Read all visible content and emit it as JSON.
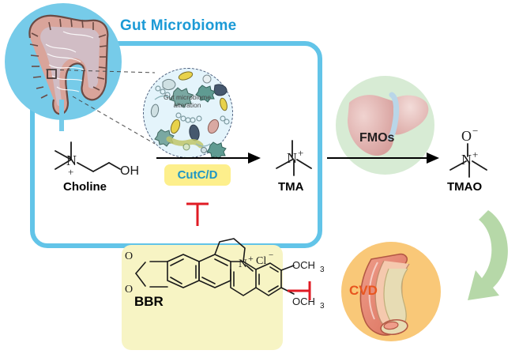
{
  "figure": {
    "title": "Gut Microbiome",
    "type": "biomedical-pathway-diagram"
  },
  "panels": {
    "gut_box": {
      "label": "Gut Microbiome",
      "border_color": "#62c4e8"
    },
    "microbiome_bubble": {
      "line1": "Gut microbiome",
      "line2": "alteration",
      "fill": "#e4f4fb"
    },
    "liver": {
      "label": "FMOs",
      "circle_color": "#d7ebd4"
    },
    "cvd": {
      "label": "CVD",
      "circle_color": "#f9c878",
      "text_color": "#e8561f"
    }
  },
  "metabolites": {
    "choline": {
      "name": "Choline",
      "atom_n": "N",
      "charge": "+",
      "hydroxyl": "OH"
    },
    "tma": {
      "name": "TMA",
      "atom_n": "N",
      "charge": "+"
    },
    "tmao": {
      "name": "TMAO",
      "atom_n": "N",
      "charge": "+",
      "oxygen": "O",
      "oxygen_charge": "−"
    }
  },
  "enzymes": {
    "cutcd": {
      "label": "CutC/D",
      "box_color": "#fdef8c",
      "text_color": "#2097c4"
    }
  },
  "drug": {
    "bbr": {
      "label": "BBR",
      "box_color": "#f7f4c4",
      "atom_n": "N",
      "charge": "+",
      "counter_ion": "Cl",
      "counter_ion_charge": "−",
      "oxygen_top": "O",
      "oxygen_bottom": "O",
      "methoxy_1": "OCH",
      "methoxy_1_sub": "3",
      "methoxy_2": "OCH",
      "methoxy_2_sub": "3"
    }
  },
  "arrows": {
    "choline_to_tma": {
      "color": "#000000",
      "style": "solid-arrow"
    },
    "tma_to_tmao": {
      "color": "#000000",
      "style": "solid-arrow"
    },
    "tmao_to_cvd": {
      "color": "#b6d8a8",
      "style": "curved-block-arrow"
    },
    "bbr_inhibits_cutcd": {
      "color": "#e01b24",
      "style": "inhibition-up"
    },
    "bbr_inhibits_cvd": {
      "color": "#e01b24",
      "style": "inhibition-right"
    }
  }
}
